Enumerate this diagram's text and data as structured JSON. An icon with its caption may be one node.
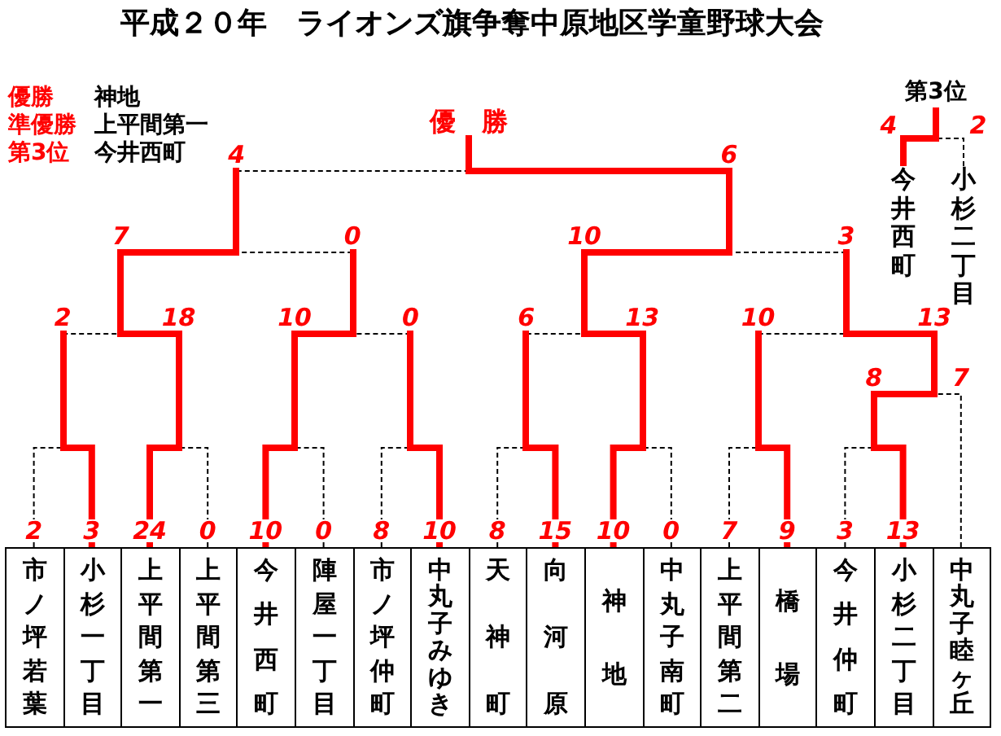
{
  "diagram": {
    "title": "平成２０年　ライオンズ旗争奪中原地区学童野球大会",
    "nodes": [
      {
        "text": [],
        "shape": "bar",
        "beside": [
          "優　勝"
        ]
      },
      {
        "text": [],
        "shape": "bar",
        "beside": [
          "第**3**位"
        ]
      },
      {
        "text": [
          "今井西町"
        ]
      },
      {
        "text": [
          "小杉二丁目"
        ]
      },
      {
        "text": [],
        "shape": "bar"
      },
      {
        "text": [],
        "shape": "bar"
      },
      {
        "text": [],
        "shape": "bar"
      },
      {
        "text": [],
        "shape": "bar"
      },
      {
        "text": [],
        "shape": "bar"
      },
      {
        "text": [],
        "shape": "bar"
      },
      {
        "text": [],
        "shape": "bar"
      },
      {
        "text": [],
        "shape": "bar"
      },
      {
        "text": [],
        "shape": "bar"
      },
      {
        "text": [],
        "shape": "bar"
      },
      {
        "text": [],
        "shape": "bar"
      },
      {
        "text": [],
        "shape": "bar"
      },
      {
        "text": [],
        "shape": "bar"
      },
      {
        "text": [],
        "shape": "bar"
      },
      {
        "text": [],
        "shape": "bar"
      },
      {
        "text": [
          "市ノ坪若葉"
        ]
      },
      {
        "text": [
          "小杉一丁目"
        ]
      },
      {
        "text": [
          "上平間第一"
        ]
      },
      {
        "text": [
          "上平間第三"
        ]
      },
      {
        "text": [
          "今井西町"
        ]
      },
      {
        "text": [
          "陣屋一丁目"
        ]
      },
      {
        "text": [
          "市ノ坪仲町"
        ]
      },
      {
        "text": [
          "中丸子みゆき"
        ]
      },
      {
        "text": [
          "天神町"
        ]
      },
      {
        "text": [
          "向河原"
        ]
      },
      {
        "text": [
          "神地"
        ]
      },
      {
        "text": [
          "中丸子南町"
        ]
      },
      {
        "text": [
          "上平間第二"
        ]
      },
      {
        "text": [
          "橋場"
        ]
      },
      {
        "text": [
          "今井仲町"
        ]
      },
      {
        "text": [
          "小杉二丁目"
        ]
      },
      {
        "text": [
          "中丸子睦ヶ丘"
        ]
      }
    ],
    "edges": [
      {
        "from": 19,
        "to": 11,
        "label": "2",
        "arrow": "none",
        "style": "dashed"
      },
      {
        "from": 20,
        "to": 11,
        "label": "3",
        "arrow": "none",
        "style": "thick",
        "color": "#ff0000"
      },
      {
        "from": 21,
        "to": 12,
        "label": "24",
        "arrow": "none",
        "style": "thick",
        "color": "#ff0000"
      },
      {
        "from": 22,
        "to": 12,
        "label": "0",
        "arrow": "none",
        "style": "dashed"
      },
      {
        "from": 23,
        "to": 13,
        "label": "10",
        "arrow": "none",
        "style": "thick",
        "color": "#ff0000"
      },
      {
        "from": 24,
        "to": 13,
        "label": "0",
        "arrow": "none",
        "style": "dashed"
      },
      {
        "from": 25,
        "to": 14,
        "label": "8",
        "arrow": "none",
        "style": "dashed"
      },
      {
        "from": 26,
        "to": 14,
        "label": "10",
        "arrow": "none",
        "style": "thick",
        "color": "#ff0000"
      },
      {
        "from": 27,
        "to": 15,
        "label": "8",
        "arrow": "none",
        "style": "dashed"
      },
      {
        "from": 28,
        "to": 15,
        "label": "15",
        "arrow": "none",
        "style": "thick",
        "color": "#ff0000"
      },
      {
        "from": 29,
        "to": 16,
        "label": "10",
        "arrow": "none",
        "style": "thick",
        "color": "#ff0000"
      },
      {
        "from": 30,
        "to": 16,
        "label": "0",
        "arrow": "none",
        "style": "dashed"
      },
      {
        "from": 31,
        "to": 17,
        "label": "7",
        "arrow": "none",
        "style": "dashed"
      },
      {
        "from": 32,
        "to": 17,
        "label": "9",
        "arrow": "none",
        "style": "thick",
        "color": "#ff0000"
      },
      {
        "from": 33,
        "to": 18,
        "label": "3",
        "arrow": "none",
        "style": "dashed"
      },
      {
        "from": 34,
        "to": 18,
        "label": "13",
        "arrow": "none",
        "style": "thick",
        "color": "#ff0000"
      },
      {
        "from": 18,
        "to": 10,
        "label": "8",
        "arrow": "none",
        "style": "thick",
        "color": "#ff0000"
      },
      {
        "from": 35,
        "to": 10,
        "label": "7",
        "arrow": "none",
        "style": "dashed"
      },
      {
        "from": 11,
        "to": 6,
        "label": "2",
        "arrow": "none",
        "style": "dashed"
      },
      {
        "from": 12,
        "to": 6,
        "label": "18",
        "arrow": "none",
        "style": "thick",
        "color": "#ff0000"
      },
      {
        "from": 13,
        "to": 7,
        "label": "10",
        "arrow": "none",
        "style": "thick",
        "color": "#ff0000"
      },
      {
        "from": 14,
        "to": 7,
        "label": "0",
        "arrow": "none",
        "style": "dashed"
      },
      {
        "from": 15,
        "to": 8,
        "label": "6",
        "arrow": "none",
        "style": "dashed"
      },
      {
        "from": 16,
        "to": 8,
        "label": "13",
        "arrow": "none",
        "style": "thick",
        "color": "#ff0000"
      },
      {
        "from": 17,
        "to": 9,
        "label": "10",
        "arrow": "none",
        "style": "dashed"
      },
      {
        "from": 10,
        "to": 9,
        "label": "13",
        "arrow": "none",
        "style": "thick",
        "color": "#ff0000"
      },
      {
        "from": 6,
        "to": 4,
        "label": "7",
        "arrow": "none",
        "style": "thick",
        "color": "#ff0000"
      },
      {
        "from": 7,
        "to": 4,
        "label": "0",
        "arrow": "none",
        "style": "dashed"
      },
      {
        "from": 8,
        "to": 5,
        "label": "10",
        "arrow": "none",
        "style": "thick",
        "color": "#ff0000"
      },
      {
        "from": 9,
        "to": 5,
        "label": "3",
        "arrow": "none",
        "style": "dashed"
      },
      {
        "from": 4,
        "to": 0,
        "label": "4",
        "arrow": "none",
        "style": "dashed"
      },
      {
        "from": 5,
        "to": 0,
        "label": "6",
        "arrow": "none",
        "style": "thick",
        "color": "#ff0000"
      },
      {
        "from": 2,
        "to": 1,
        "label": "4",
        "arrow": "none",
        "style": "thick",
        "color": "#ff0000"
      },
      {
        "from": 3,
        "to": 1,
        "label": "2",
        "arrow": "none",
        "style": "dashed"
      }
    ],
    "labels": [
      "優勝",
      "神地",
      "準優勝",
      "上平間第一",
      "第3位",
      "今井西町"
    ]
  }
}
